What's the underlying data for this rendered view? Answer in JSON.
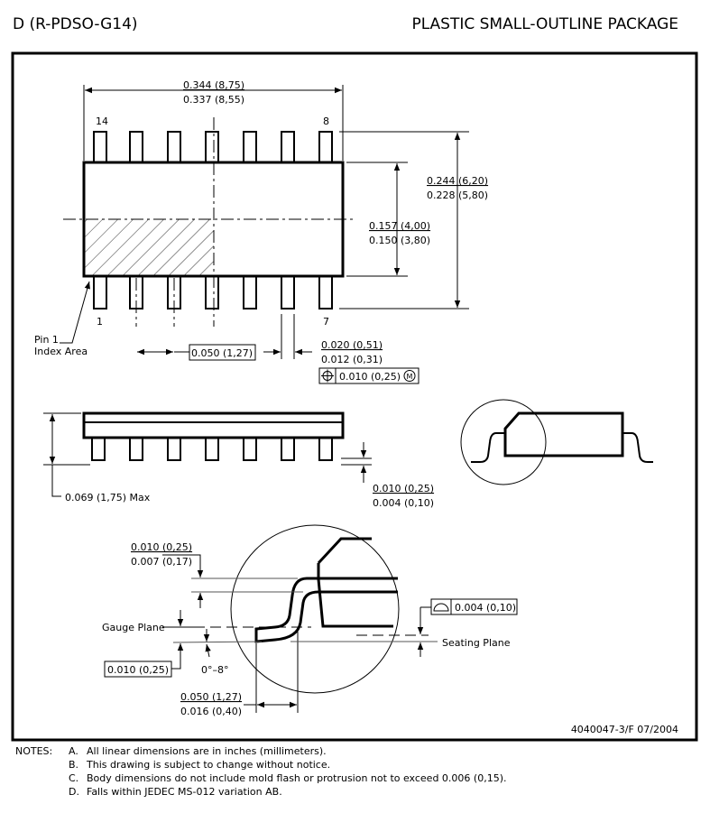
{
  "header": {
    "package_code": "D (R-PDSO-G14)",
    "package_name": "PLASTIC SMALL-OUTLINE PACKAGE"
  },
  "top_view": {
    "length_max": "0.344 (8,75)",
    "length_min": "0.337 (8,55)",
    "pin_labels": [
      "14",
      "8",
      "1",
      "7"
    ],
    "width_max": "0.244 (6,20)",
    "width_min": "0.228 (5,80)",
    "body_width_max": "0.157 (4,00)",
    "body_width_min": "0.150 (3,80)",
    "pin1_label_line1": "Pin 1",
    "pin1_label_line2": "Index Area",
    "pitch": "0.050 (1,27)",
    "lead_width_max": "0.020 (0,51)",
    "lead_width_min": "0.012 (0,31)",
    "position_tolerance": "0.010 (0,25)",
    "position_modifier": "M"
  },
  "side_view": {
    "height_max": "0.069 (1,75) Max",
    "standoff_max": "0.010 (0,25)",
    "standoff_min": "0.004 (0,10)"
  },
  "detail_view": {
    "lead_thickness_max": "0.010 (0,25)",
    "lead_thickness_min": "0.007 (0,17)",
    "gauge_plane": "Gauge Plane",
    "gauge_height": "0.010 (0,25)",
    "angle": "0°–8°",
    "foot_length_max": "0.050 (1,27)",
    "foot_length_min": "0.016 (0,40)",
    "coplanarity": "0.004 (0,10)",
    "seating_plane": "Seating Plane"
  },
  "drawing_number": "4040047-3/F  07/2004",
  "notes": {
    "heading": "NOTES:",
    "items": [
      {
        "letter": "A.",
        "text": "All linear dimensions are in inches (millimeters)."
      },
      {
        "letter": "B.",
        "text": "This drawing is subject to change without notice."
      },
      {
        "letter": "C.",
        "text": "Body dimensions do not include mold flash or protrusion not to exceed 0.006 (0,15)."
      },
      {
        "letter": "D.",
        "text": "Falls within JEDEC MS-012 variation AB."
      }
    ]
  }
}
